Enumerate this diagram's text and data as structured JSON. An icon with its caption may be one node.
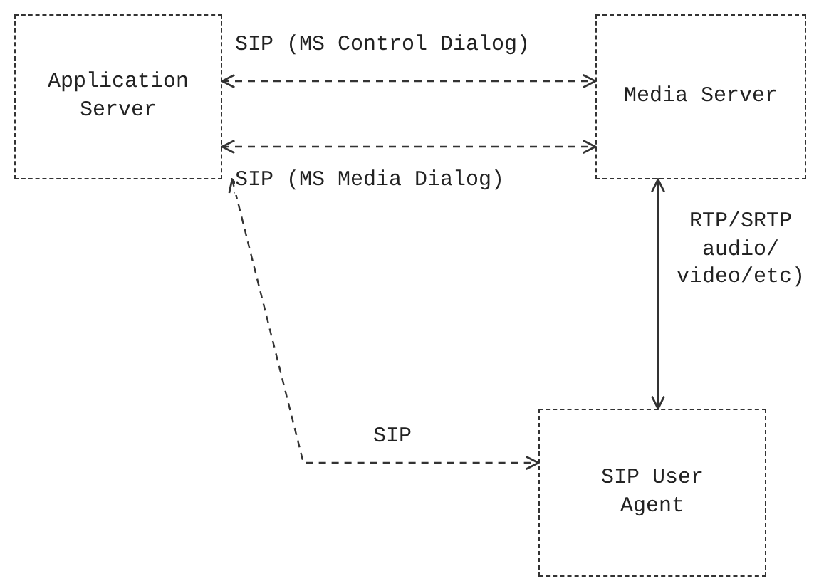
{
  "diagram": {
    "nodes": [
      {
        "text": [
          "Application Server"
        ]
      },
      {
        "text": [
          "Media Server"
        ]
      },
      {
        "text": [
          "SIP User Agent"
        ]
      }
    ],
    "edges": [
      {
        "from": 0,
        "to": 1,
        "arrow": "both",
        "label": "SIP (MS Control Dialog)",
        "style": "dashed"
      },
      {
        "from": 0,
        "to": 1,
        "arrow": "both",
        "label": "SIP (MS Media Dialog)",
        "style": "dashed"
      },
      {
        "from": 1,
        "to": 2,
        "arrow": "both",
        "label": "RTP/SRTP audio/ video/etc)"
      },
      {
        "from": 0,
        "to": 2,
        "arrow": "both",
        "label": "SIP",
        "style": "dashed"
      }
    ]
  }
}
